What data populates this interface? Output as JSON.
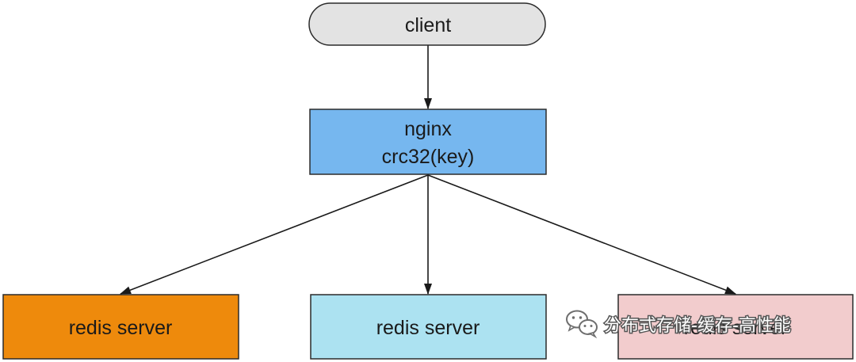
{
  "nodes": {
    "client": {
      "label": "client",
      "fill": "#e3e3e3"
    },
    "nginx": {
      "line1": "nginx",
      "line2": "crc32(key)",
      "fill": "#76b7ef"
    },
    "servers": [
      {
        "label": "redis server",
        "fill": "#ee8a0c"
      },
      {
        "label": "redis server",
        "fill": "#ace2f1"
      },
      {
        "label": "redis server",
        "fill": "#f2cccd"
      }
    ]
  },
  "watermark": {
    "text": "分布式存储-缓存-高性能",
    "icon": "wechat-icon"
  },
  "colors": {
    "stroke": "#2b2b2b",
    "arrow": "#1a1a1a"
  }
}
